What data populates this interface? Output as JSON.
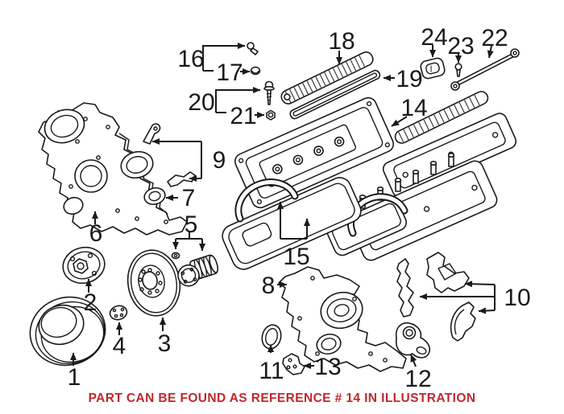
{
  "illustration": {
    "background_color": "#ffffff",
    "line_color": "#1a1a1a"
  },
  "labels": [
    {
      "ref": "1"
    },
    {
      "ref": "2"
    },
    {
      "ref": "3"
    },
    {
      "ref": "4"
    },
    {
      "ref": "5"
    },
    {
      "ref": "6"
    },
    {
      "ref": "7"
    },
    {
      "ref": "8"
    },
    {
      "ref": "9"
    },
    {
      "ref": "10"
    },
    {
      "ref": "11"
    },
    {
      "ref": "12"
    },
    {
      "ref": "13"
    },
    {
      "ref": "14"
    },
    {
      "ref": "15"
    },
    {
      "ref": "16"
    },
    {
      "ref": "17"
    },
    {
      "ref": "18"
    },
    {
      "ref": "19"
    },
    {
      "ref": "20"
    },
    {
      "ref": "21"
    },
    {
      "ref": "22"
    },
    {
      "ref": "23"
    },
    {
      "ref": "24"
    }
  ],
  "caption": {
    "text": "PART CAN BE FOUND AS REFERENCE # 14 IN ILLUSTRATION",
    "color": "#c0272d"
  }
}
